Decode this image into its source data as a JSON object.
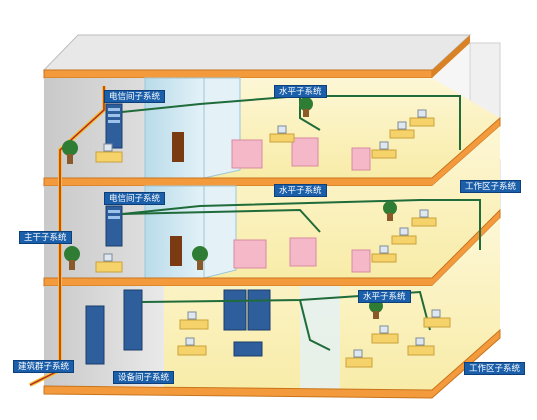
{
  "labels": {
    "telecom_room_top": "电信间子系统",
    "horizontal_top": "水平子系统",
    "telecom_room_mid": "电信间子系统",
    "horizontal_mid": "水平子系统",
    "work_area_mid": "工作区子系统",
    "backbone": "主干子系统",
    "horizontal_bottom": "水平子系统",
    "building_complex": "建筑群子系统",
    "equipment_room": "设备间子系统",
    "work_area_bottom": "工作区子系统"
  },
  "colors": {
    "floor_slab": "#f39a3c",
    "floor_slab_dark": "#c8741c",
    "back_wall": "#d8d8d8",
    "floor_surface": "#fbf3c4",
    "room_wall_blue": "#c9e4ef",
    "partition_pink": "#f4b8c8",
    "cable_green": "#1f6b3a",
    "backbone_red": "#b8262b",
    "backbone_yellow": "#f2c230",
    "label_bg": "#1b5faa"
  }
}
